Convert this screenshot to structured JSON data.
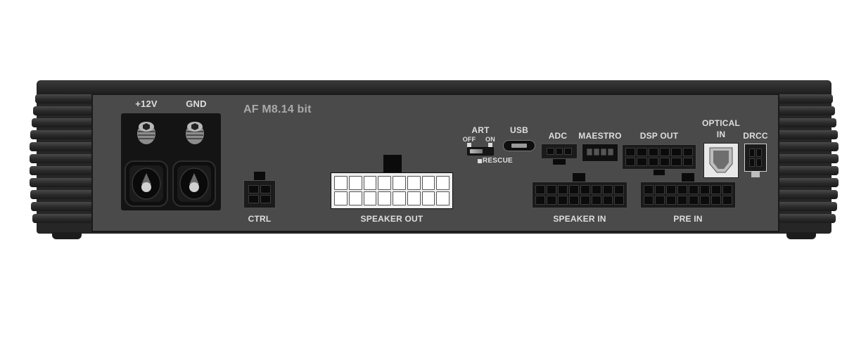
{
  "device": {
    "model": "AF M8.14 bit",
    "power_labels": {
      "plus12v": "+12V",
      "gnd": "GND"
    },
    "ports": {
      "ctrl": "CTRL",
      "speaker_out": "SPEAKER OUT",
      "art": "ART",
      "art_off": "OFF",
      "art_on": "ON",
      "rescue": "RESCUE",
      "usb": "USB",
      "adc": "ADC",
      "maestro": "MAESTRO",
      "dsp_out": "DSP OUT",
      "optical_line1": "OPTICAL",
      "optical_line2": "IN",
      "drcc": "DRCC",
      "speaker_in": "SPEAKER IN",
      "pre_in": "PRE IN"
    }
  }
}
